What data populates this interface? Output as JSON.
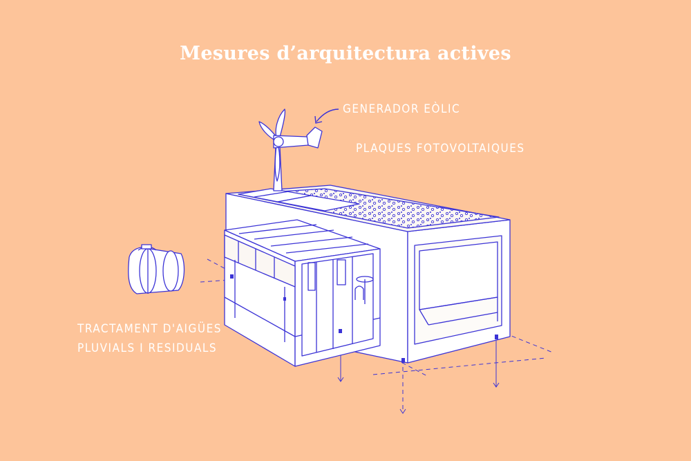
{
  "title": "Mesures d’arquitectura actives",
  "labels": {
    "wind_generator": "GENERADOR EÒLIC",
    "solar_panels": "PLAQUES FOTOVOLTAIQUES",
    "water_treatment_line1": "TRACTAMENT D'AIGÜES",
    "water_treatment_line2": "PLUVIALS I RESIDUALS"
  },
  "colors": {
    "background": "#fdc49a",
    "line": "#3b33d6",
    "text": "#ffffff",
    "structure_fill": "#ffffff"
  }
}
